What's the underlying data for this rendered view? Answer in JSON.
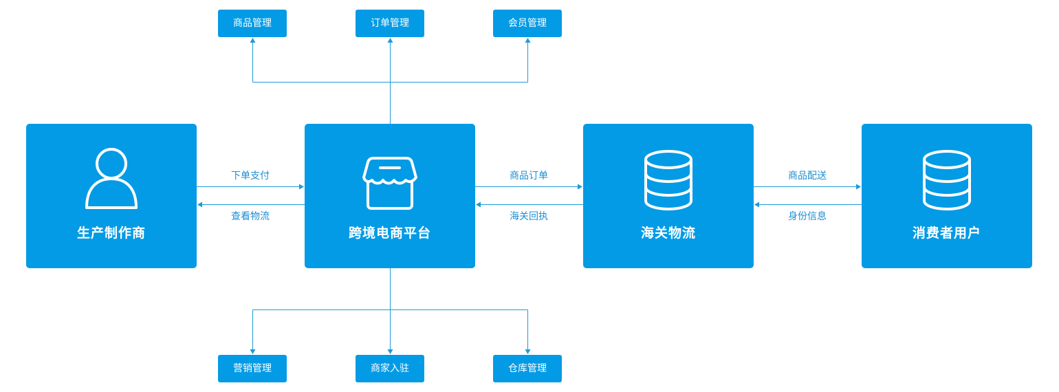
{
  "nodes": {
    "manufacturer": {
      "label": "生产制作商",
      "icon": "user-icon"
    },
    "platform": {
      "label": "跨境电商平台",
      "icon": "store-icon"
    },
    "customs": {
      "label": "海关物流",
      "icon": "database-icon"
    },
    "consumer": {
      "label": "消费者用户",
      "icon": "database-icon"
    }
  },
  "modules_top": {
    "goods": "商品管理",
    "orders": "订单管理",
    "members": "会员管理"
  },
  "modules_bottom": {
    "marketing": "营销管理",
    "merchant": "商家入驻",
    "warehouse": "仓库管理"
  },
  "edges": {
    "order_pay": "下单支付",
    "check_logistics": "查看物流",
    "goods_order": "商品订单",
    "customs_receipt": "海关回执",
    "delivery": "商品配送",
    "identity": "身份信息"
  },
  "colors": {
    "box": "#039be5",
    "line": "#1e9bd7",
    "label": "#1e8ed0"
  }
}
